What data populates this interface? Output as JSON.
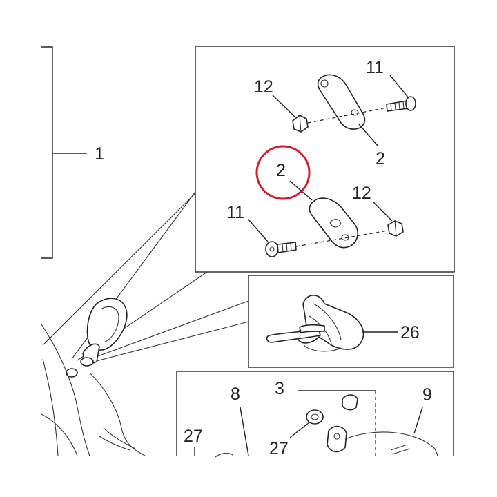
{
  "callouts": {
    "assembly": "1",
    "plate_top": "2",
    "plate_bottom": "2",
    "bolt_top": "11",
    "bolt_bottom": "11",
    "nut_top": "12",
    "nut_bottom": "12",
    "clip": "26",
    "cap": "3",
    "washer_left": "27",
    "washer_right": "27",
    "part_8": "8",
    "part_9": "9"
  },
  "highlight": {
    "label": "2",
    "color": "#cc1f2f"
  },
  "colors": {
    "line": "#222222",
    "background": "#ffffff"
  }
}
